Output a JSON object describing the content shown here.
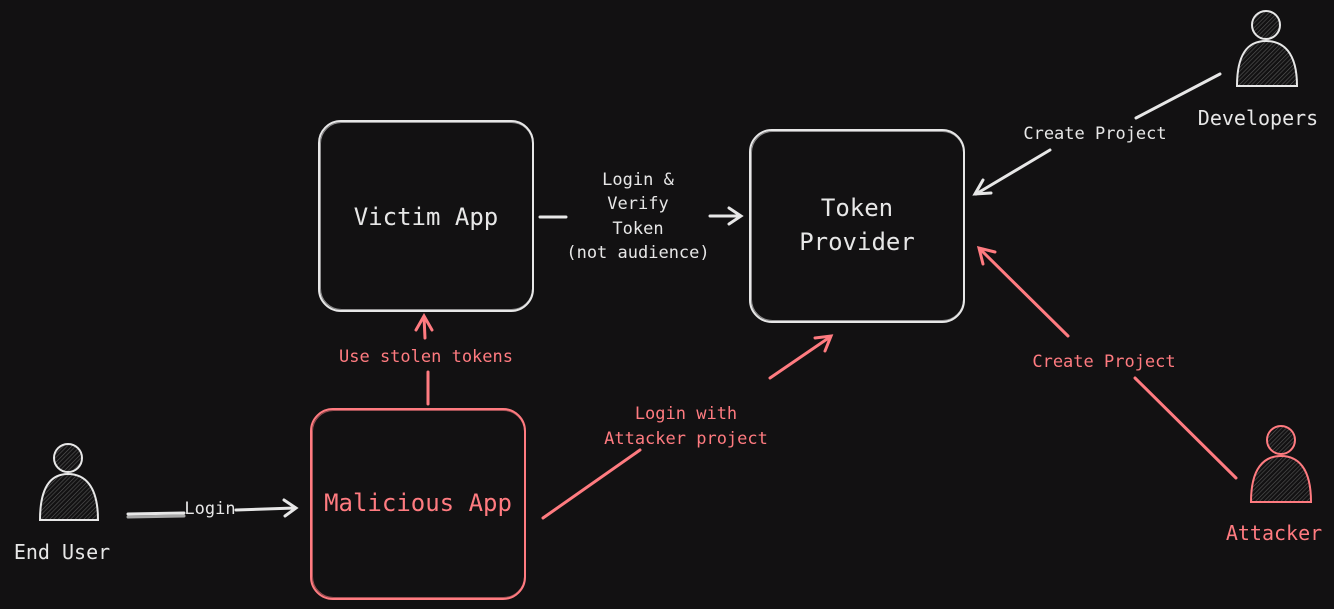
{
  "colors": {
    "background": "#121112",
    "neutral": "#e7e7e7",
    "attack": "#ff7b80"
  },
  "nodes": {
    "victim_app": {
      "label": "Victim App"
    },
    "token_provider": {
      "line1": "Token",
      "line2": "Provider"
    },
    "malicious_app": {
      "label": "Malicious App"
    }
  },
  "actors": {
    "end_user": {
      "label": "End User",
      "icon": "person-icon"
    },
    "developers": {
      "label": "Developers",
      "icon": "person-icon"
    },
    "attacker": {
      "label": "Attacker",
      "icon": "person-icon"
    }
  },
  "edges": {
    "login": {
      "label": "Login"
    },
    "verify": {
      "line1": "Login &",
      "line2": "Verify",
      "line3": "Token",
      "line4": "(not audience)"
    },
    "stolen_tokens": {
      "label": "Use stolen tokens"
    },
    "attacker_login": {
      "line1": "Login with",
      "line2": "Attacker project"
    },
    "dev_create": {
      "label": "Create Project"
    },
    "attacker_create": {
      "label": "Create Project"
    }
  }
}
